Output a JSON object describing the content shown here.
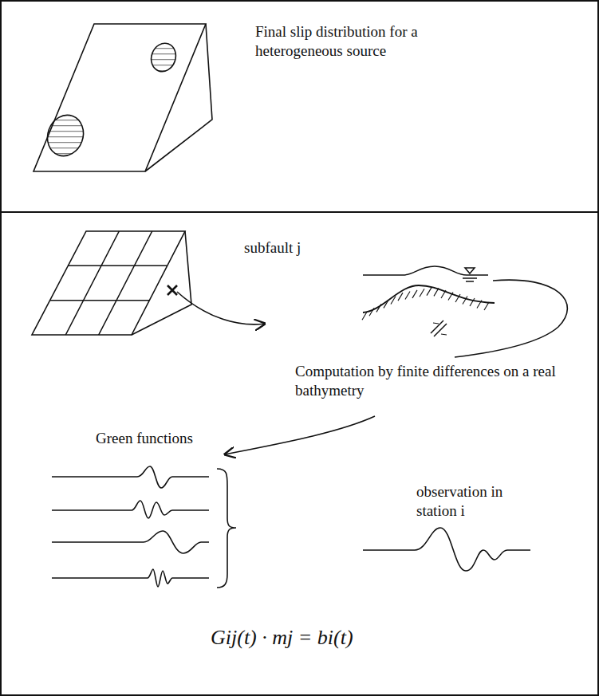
{
  "diagram": {
    "nodes": [
      {
        "text": [
          "Final slip distribution for a heterogeneous source"
        ]
      },
      {
        "text": [
          "subfault j",
          "Computation by finite differences on a real bathymetry",
          "Green functions",
          "observation in station i",
          "Gij(t) · mj = bi(t)"
        ]
      }
    ]
  }
}
